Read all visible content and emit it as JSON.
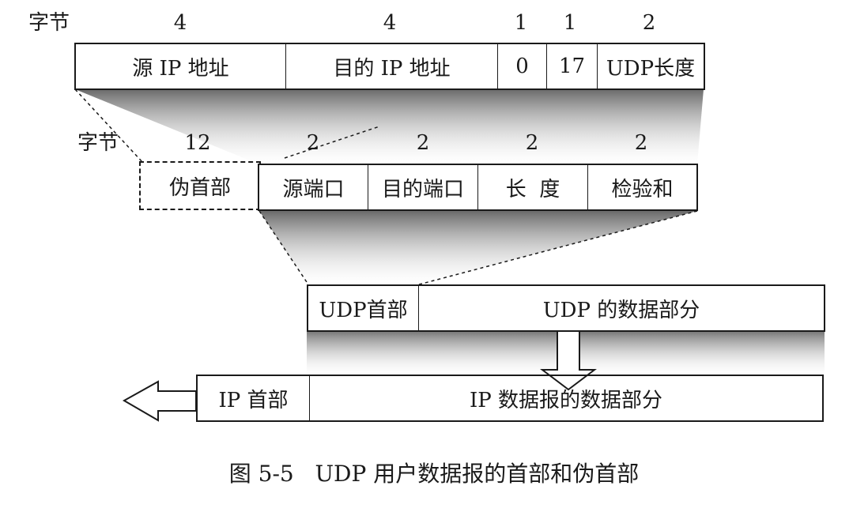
{
  "row1": {
    "unit_label": "字节",
    "fields": [
      {
        "bytes": "4",
        "label": "源 IP 地址"
      },
      {
        "bytes": "4",
        "label": "目的 IP 地址"
      },
      {
        "bytes": "1",
        "label": "0"
      },
      {
        "bytes": "1",
        "label": "17"
      },
      {
        "bytes": "2",
        "label": "UDP长度"
      }
    ]
  },
  "row2": {
    "unit_label": "字节",
    "pseudo": {
      "bytes": "12",
      "label": "伪首部"
    },
    "fields": [
      {
        "bytes": "2",
        "label": "源端口"
      },
      {
        "bytes": "2",
        "label": "目的端口"
      },
      {
        "bytes": "2",
        "label": "长  度"
      },
      {
        "bytes": "2",
        "label": "检验和"
      }
    ]
  },
  "row3": {
    "header": "UDP首部",
    "payload": "UDP 的数据部分"
  },
  "row4": {
    "header": "IP 首部",
    "payload": "IP 数据报的数据部分"
  },
  "caption": "图 5-5   UDP 用户数据报的首部和伪首部",
  "colors": {
    "ink": "#1a1a1a",
    "shade": "#8c8c8c"
  }
}
